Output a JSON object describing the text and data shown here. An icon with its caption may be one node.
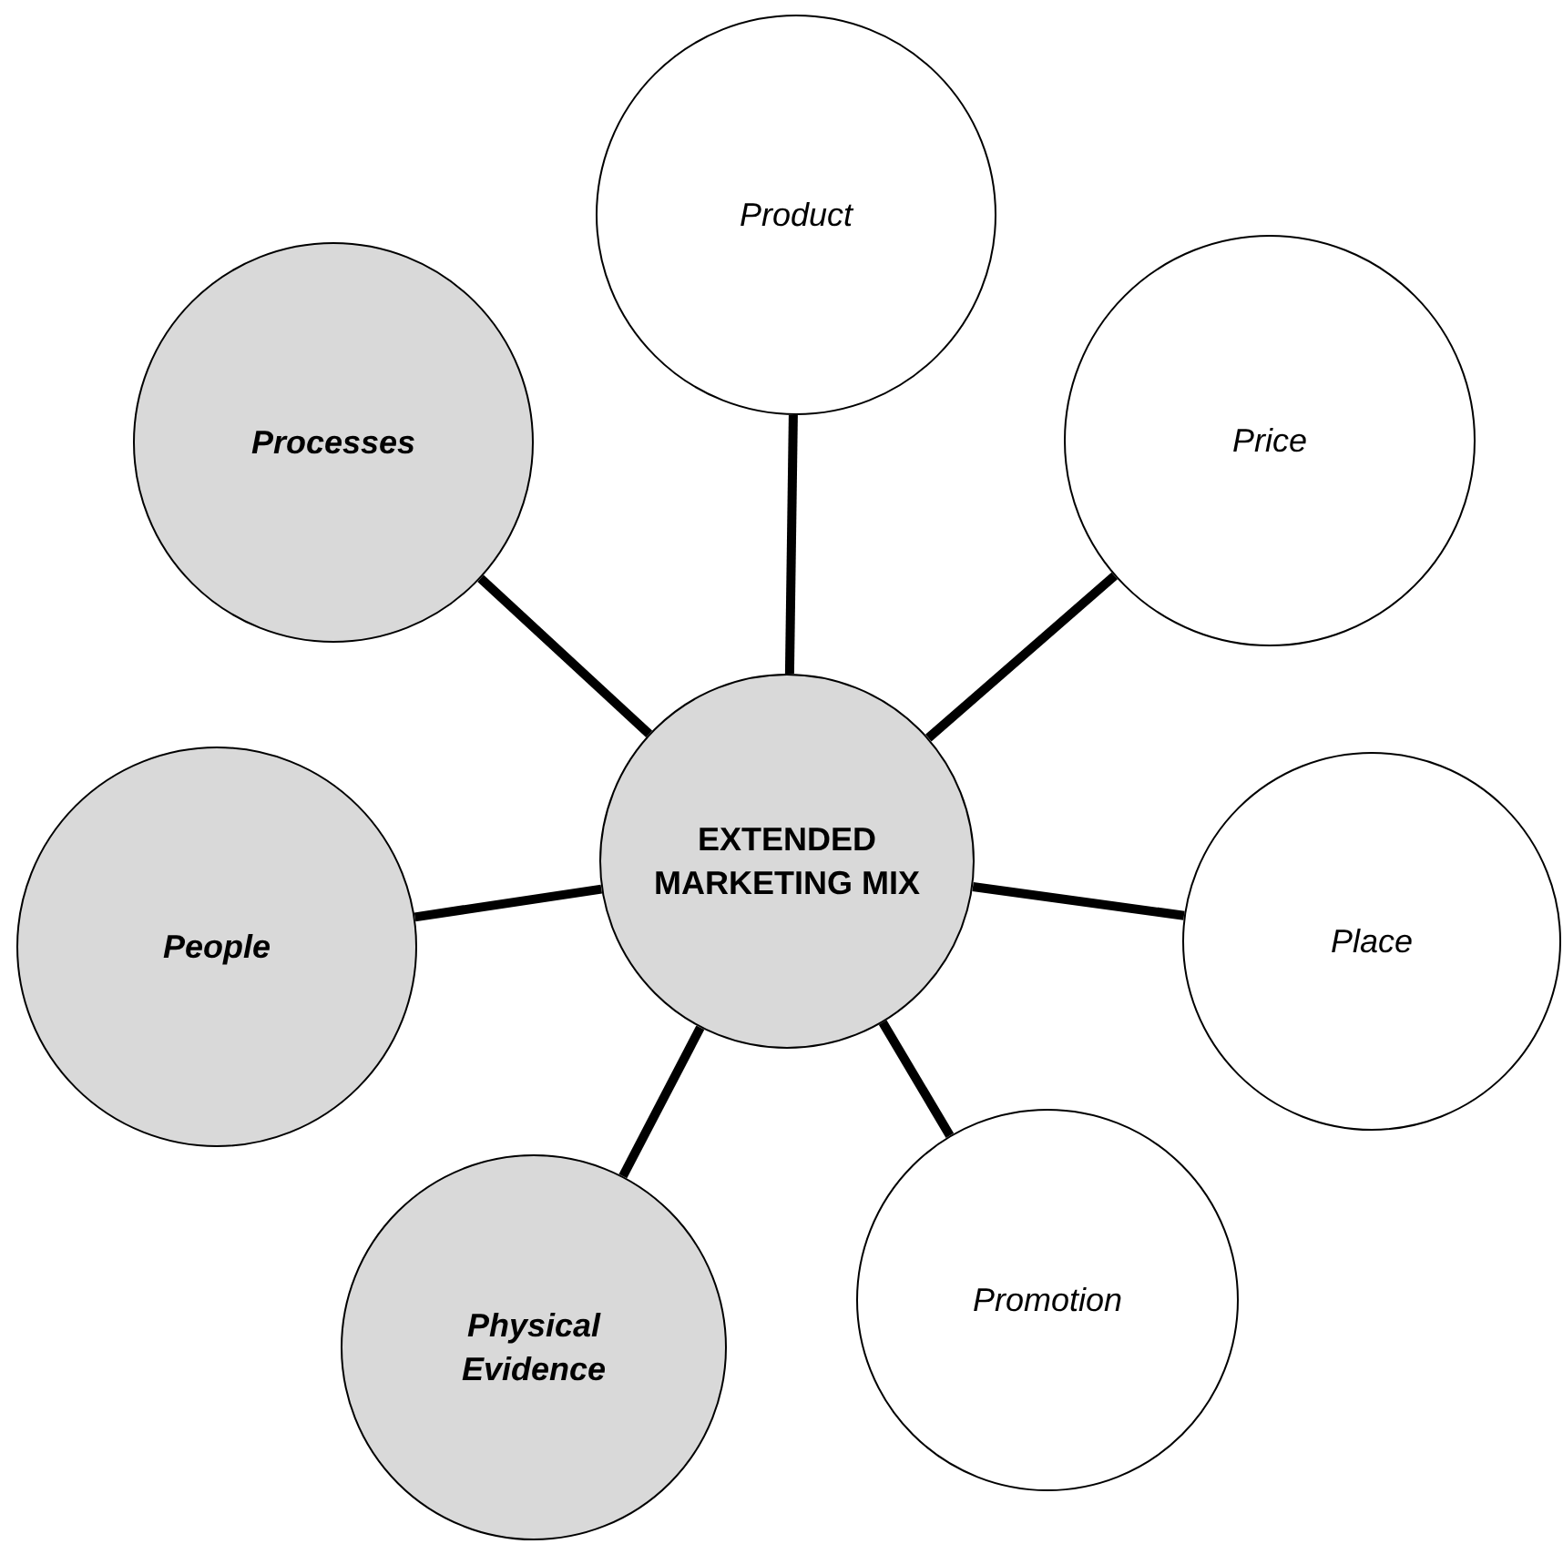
{
  "diagram": {
    "nodes": [
      {
        "text": [
          "EXTENDED MARKETING MIX"
        ]
      },
      {
        "text": [
          "Product"
        ]
      },
      {
        "text": [
          "Price"
        ]
      },
      {
        "text": [
          "Place"
        ]
      },
      {
        "text": [
          "Promotion"
        ]
      },
      {
        "text": [
          "Physical Evidence"
        ]
      },
      {
        "text": [
          "People"
        ]
      },
      {
        "text": [
          "Processes"
        ]
      }
    ],
    "edges": [
      {
        "from": 0,
        "to": 1,
        "arrow": "none"
      },
      {
        "from": 0,
        "to": 2,
        "arrow": "none"
      },
      {
        "from": 0,
        "to": 3,
        "arrow": "none"
      },
      {
        "from": 0,
        "to": 4,
        "arrow": "none"
      },
      {
        "from": 0,
        "to": 5,
        "arrow": "none"
      },
      {
        "from": 0,
        "to": 6,
        "arrow": "none"
      },
      {
        "from": 0,
        "to": 7,
        "arrow": "none"
      }
    ]
  }
}
